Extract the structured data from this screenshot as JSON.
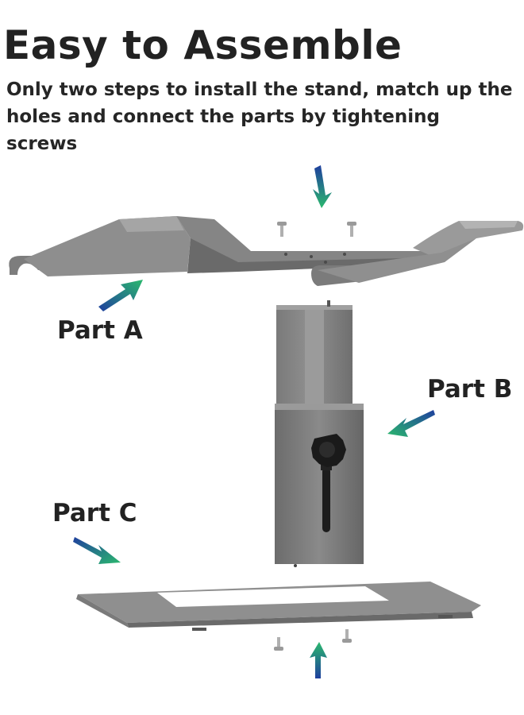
{
  "header": {
    "title": "Easy to Assemble",
    "description": "Only two steps to install the stand, match up the holes and connect the parts by tightening screws"
  },
  "parts": {
    "a": {
      "label": "Part A"
    },
    "b": {
      "label": "Part B"
    },
    "c": {
      "label": "Part C"
    }
  },
  "colors": {
    "metal_dark": "#6e6e6e",
    "metal_mid": "#8c8c8c",
    "metal_light": "#a8a8a8",
    "arrow_start": "#1f3f9e",
    "arrow_end": "#2bb86e",
    "knob": "#1a1a1a"
  }
}
